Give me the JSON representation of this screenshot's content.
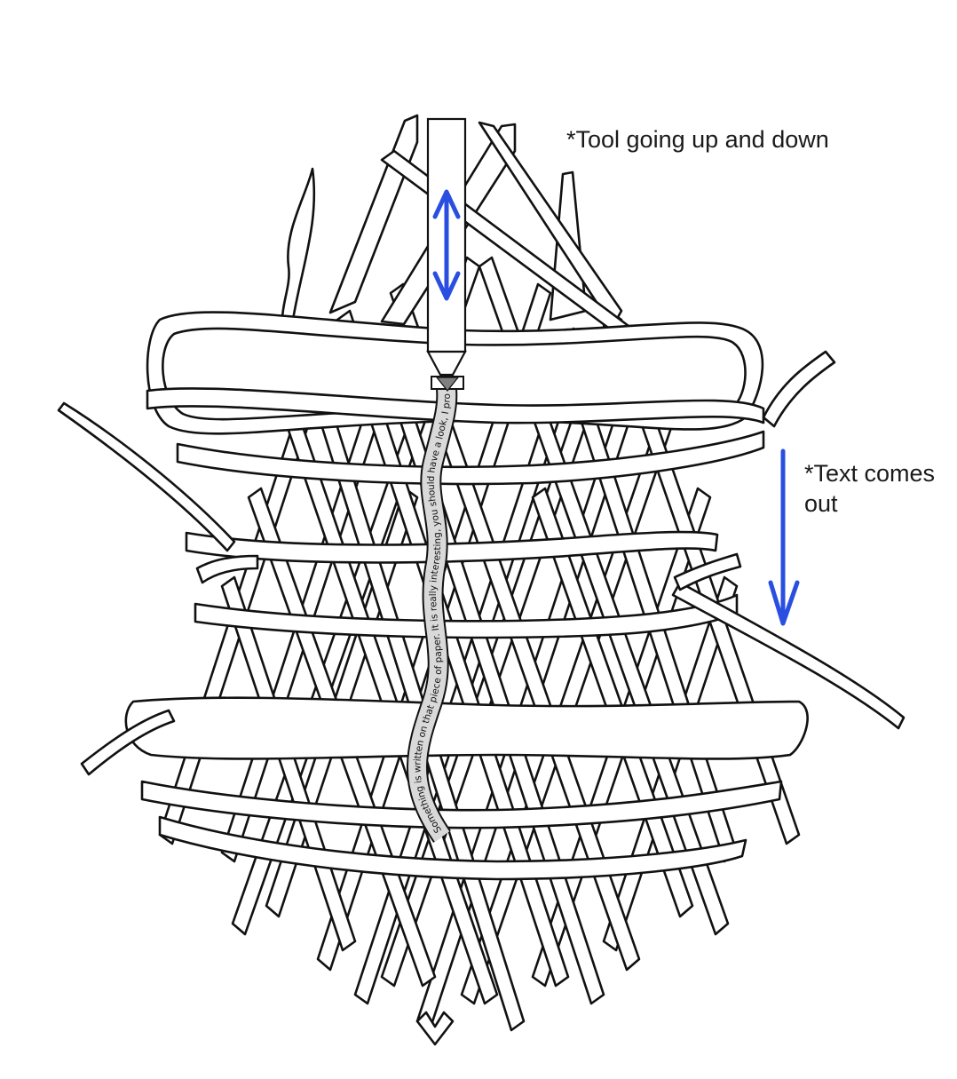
{
  "annotations": {
    "tool": "*Tool going up and down",
    "text_line1": "*Text comes",
    "text_line2": "out"
  },
  "paper_strip": {
    "text": "Something is written on that piece of paper. It is really interesting, you should have a look, I promess it is wort"
  },
  "colors": {
    "arrow": "#2a4fe0",
    "line": "#111111",
    "strip": "#d9d9d9",
    "nozzle": "#808080",
    "background": "#ffffff"
  },
  "icons": {
    "tool_arrow": "double-vertical-arrow-icon",
    "text_arrow": "down-arrow-icon"
  }
}
